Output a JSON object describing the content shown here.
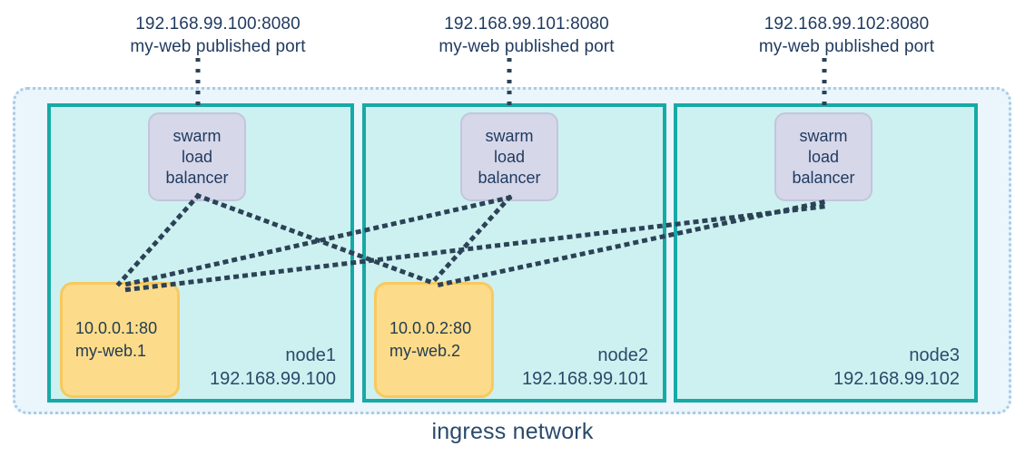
{
  "diagram": {
    "title": "ingress network",
    "colors": {
      "ingress_fill": "#eaf5fc",
      "ingress_border": "#a8cbe8",
      "node_fill": "#cdf1f0",
      "node_border": "#16aaa6",
      "lb_fill": "#d6d7e9",
      "lb_border": "#c3c5dd",
      "task_fill": "#fcdc8a",
      "task_border": "#f8c95f",
      "text": "#1f3a5f",
      "link": "#2b4257"
    }
  },
  "port_labels": [
    {
      "address": "192.168.99.100:8080",
      "description": "my-web published port"
    },
    {
      "address": "192.168.99.101:8080",
      "description": "my-web published port"
    },
    {
      "address": "192.168.99.102:8080",
      "description": "my-web published port"
    }
  ],
  "load_balancers": [
    {
      "line1": "swarm",
      "line2": "load",
      "line3": "balancer"
    },
    {
      "line1": "swarm",
      "line2": "load",
      "line3": "balancer"
    },
    {
      "line1": "swarm",
      "line2": "load",
      "line3": "balancer"
    }
  ],
  "nodes": [
    {
      "name": "node1",
      "ip": "192.168.99.100"
    },
    {
      "name": "node2",
      "ip": "192.168.99.101"
    },
    {
      "name": "node3",
      "ip": "192.168.99.102"
    }
  ],
  "tasks": [
    {
      "address": "10.0.0.1:80",
      "name": "my-web.1"
    },
    {
      "address": "10.0.0.2:80",
      "name": "my-web.2"
    }
  ],
  "chart_data": {
    "type": "diagram",
    "title": "ingress network",
    "description": "Docker swarm ingress routing mesh: three nodes each run a swarm load balancer that routes published-port traffic to the two my-web task replicas.",
    "containers": [
      {
        "id": "ingress",
        "label": "ingress network",
        "children": [
          "node1",
          "node2",
          "node3"
        ]
      },
      {
        "id": "node1",
        "label": "node1",
        "ip": "192.168.99.100",
        "children": [
          "lb1",
          "my-web.1"
        ]
      },
      {
        "id": "node2",
        "label": "node2",
        "ip": "192.168.99.101",
        "children": [
          "lb2",
          "my-web.2"
        ]
      },
      {
        "id": "node3",
        "label": "node3",
        "ip": "192.168.99.102",
        "children": [
          "lb3"
        ]
      }
    ],
    "edges": [
      {
        "from": "192.168.99.100:8080",
        "to": "lb1",
        "style": "dotted"
      },
      {
        "from": "192.168.99.101:8080",
        "to": "lb2",
        "style": "dotted"
      },
      {
        "from": "192.168.99.102:8080",
        "to": "lb3",
        "style": "dotted"
      },
      {
        "from": "lb1",
        "to": "my-web.1",
        "style": "dotted"
      },
      {
        "from": "lb1",
        "to": "my-web.2",
        "style": "dotted"
      },
      {
        "from": "lb2",
        "to": "my-web.1",
        "style": "dotted"
      },
      {
        "from": "lb2",
        "to": "my-web.2",
        "style": "dotted"
      },
      {
        "from": "lb3",
        "to": "my-web.1",
        "style": "dotted"
      },
      {
        "from": "lb3",
        "to": "my-web.2",
        "style": "dotted"
      }
    ]
  }
}
